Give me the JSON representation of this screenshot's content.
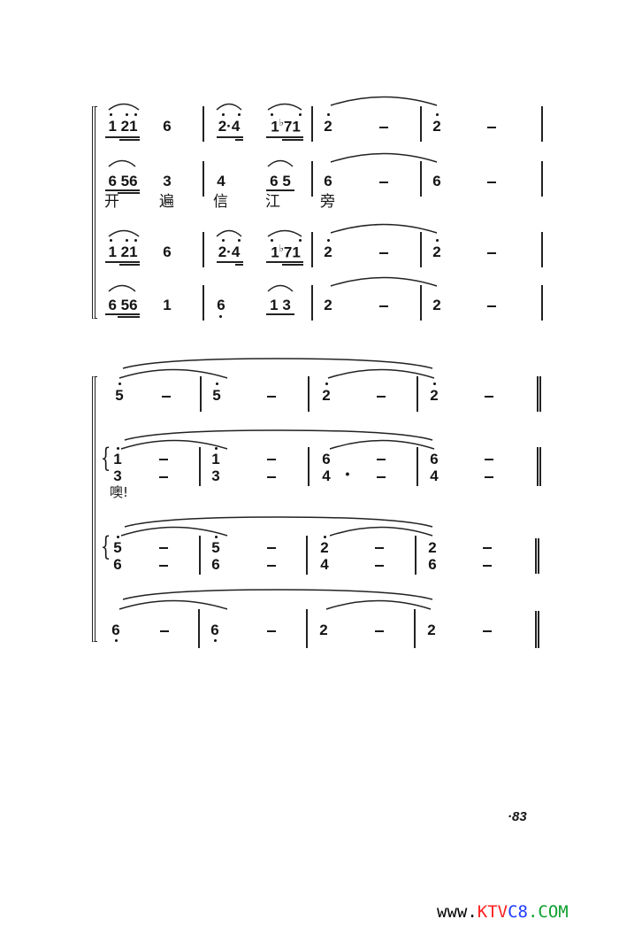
{
  "page": {
    "type": "jianpu-score",
    "page_number": "·83",
    "watermark": {
      "prefix": "www.",
      "part1": "KTV",
      "part2": "C8",
      "suffix": ".COM",
      "colors": {
        "prefix": "#000000",
        "part1": "#ff2020",
        "part2": "#1e3cff",
        "suffix": "#10a030"
      }
    }
  },
  "system1": {
    "staves": [
      {
        "id": "s1-voice1",
        "measures": [
          {
            "notes": [
              "1",
              "21",
              "6"
            ],
            "display": [
              "i 2i",
              "6"
            ]
          },
          {
            "notes": [
              "2.4",
              "1♭71"
            ]
          },
          {
            "notes": [
              "2",
              "–"
            ]
          },
          {
            "notes": [
              "2",
              "–"
            ]
          }
        ],
        "labels": {
          "m1a": "1 21",
          "m1b": "6",
          "m2a": "2·4",
          "m2b_1": "1",
          "m2b_flat": "♭",
          "m2b_2": "71",
          "m3a": "2",
          "m3b": "–",
          "m4a": "2",
          "m4b": "–"
        }
      },
      {
        "id": "s1-voice2",
        "labels": {
          "m1a": "6 56",
          "m1b": "3",
          "m2a": "4",
          "m2b": "6  5",
          "m3a": "6",
          "m3b": "–",
          "m4a": "6",
          "m4b": "–"
        },
        "lyrics": [
          "开",
          "遍",
          "信",
          "江",
          "旁"
        ]
      },
      {
        "id": "s1-voice3",
        "labels": {
          "m1a": "1 21",
          "m1b": "6",
          "m2a": "2·4",
          "m2b_1": "1",
          "m2b_flat": "♭",
          "m2b_2": "71",
          "m3a": "2",
          "m3b": "–",
          "m4a": "2",
          "m4b": "–"
        }
      },
      {
        "id": "s1-voice4",
        "labels": {
          "m1a": "6 56",
          "m1b": "1",
          "m2a": "6",
          "m2b": "1  3",
          "m3a": "2",
          "m3b": "–",
          "m4a": "2",
          "m4b": "–"
        }
      }
    ]
  },
  "system2": {
    "staves": [
      {
        "id": "s2-voice1",
        "labels": {
          "m1a": "5",
          "m1b": "–",
          "m2a": "5",
          "m2b": "–",
          "m3a": "2",
          "m3b": "–",
          "m4a": "2",
          "m4b": "–"
        }
      },
      {
        "id": "s2-voice2",
        "upper": {
          "m1a": "1",
          "m1b": "–",
          "m2a": "1",
          "m2b": "–",
          "m3a": "6",
          "m3b": "–",
          "m4a": "6",
          "m4b": "–"
        },
        "lower": {
          "m1a": "3",
          "m1b": "–",
          "m2a": "3",
          "m2b": "–",
          "m3a": "4",
          "m3dot": "•",
          "m3b": "–",
          "m4a": "4",
          "m4b": "–"
        },
        "lyrics": [
          "噢!"
        ]
      },
      {
        "id": "s2-voice3",
        "upper": {
          "m1a": "5",
          "m1b": "–",
          "m2a": "5",
          "m2b": "–",
          "m3a": "2",
          "m3b": "–",
          "m4a": "2",
          "m4b": "–"
        },
        "lower": {
          "m1a": "6",
          "m1b": "–",
          "m2a": "6",
          "m2b": "–",
          "m3a": "4",
          "m3b": "–",
          "m4a": "6",
          "m4b": "–"
        }
      },
      {
        "id": "s2-voice4",
        "labels": {
          "m1a": "6",
          "m1b": "–",
          "m2a": "6",
          "m2b": "–",
          "m3a": "2",
          "m3b": "–",
          "m4a": "2",
          "m4b": "–"
        }
      }
    ]
  }
}
